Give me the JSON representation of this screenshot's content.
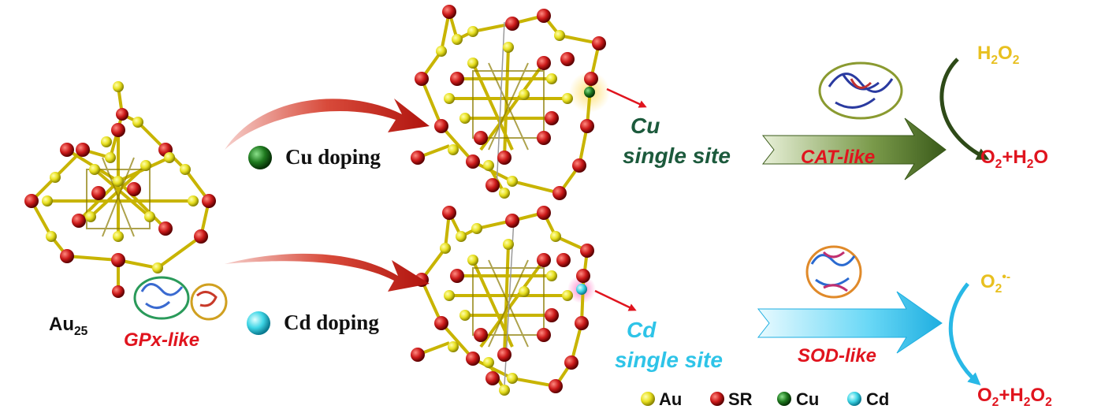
{
  "cluster": {
    "label_main": "Au",
    "label_sub": "25",
    "activity": "GPx-like"
  },
  "doping": {
    "cu_label": "Cu doping",
    "cd_label": "Cd doping"
  },
  "cu_site": {
    "line1": "Cu",
    "line2": "single site",
    "activity": "CAT-like",
    "reactant_main": "H",
    "reactant_sub1": "2",
    "reactant_mid": "O",
    "reactant_sub2": "2",
    "product_a": "O",
    "product_a_sub": "2",
    "product_plus": "+H",
    "product_b_sub": "2",
    "product_b_tail": "O"
  },
  "cd_site": {
    "line1": "Cd",
    "line2": "single site",
    "activity": "SOD-like",
    "reactant_main": "O",
    "reactant_sub": "2",
    "reactant_sup": "•-",
    "product_a": "O",
    "product_a_sub": "2",
    "product_plus": "+H",
    "product_b_sub": "2",
    "product_b_mid": "O",
    "product_b_sub2": "2"
  },
  "legend": {
    "au": "Au",
    "sr": "SR",
    "cu": "Cu",
    "cd": "Cd"
  },
  "colors": {
    "au_atom": "#e8e020",
    "sr_atom": "#cc1a1a",
    "cu_atom": "#1f7a1f",
    "cd_atom": "#3fd6e6",
    "red_text": "#e0141e",
    "cu_text": "#1c5a3c",
    "cd_text": "#2ec4e8",
    "h2o2_text": "#e8c020",
    "cat_arrow": "#5a7a2a",
    "sod_arrow": "#4cc8ee",
    "doping_arrow": "#c8281e"
  }
}
